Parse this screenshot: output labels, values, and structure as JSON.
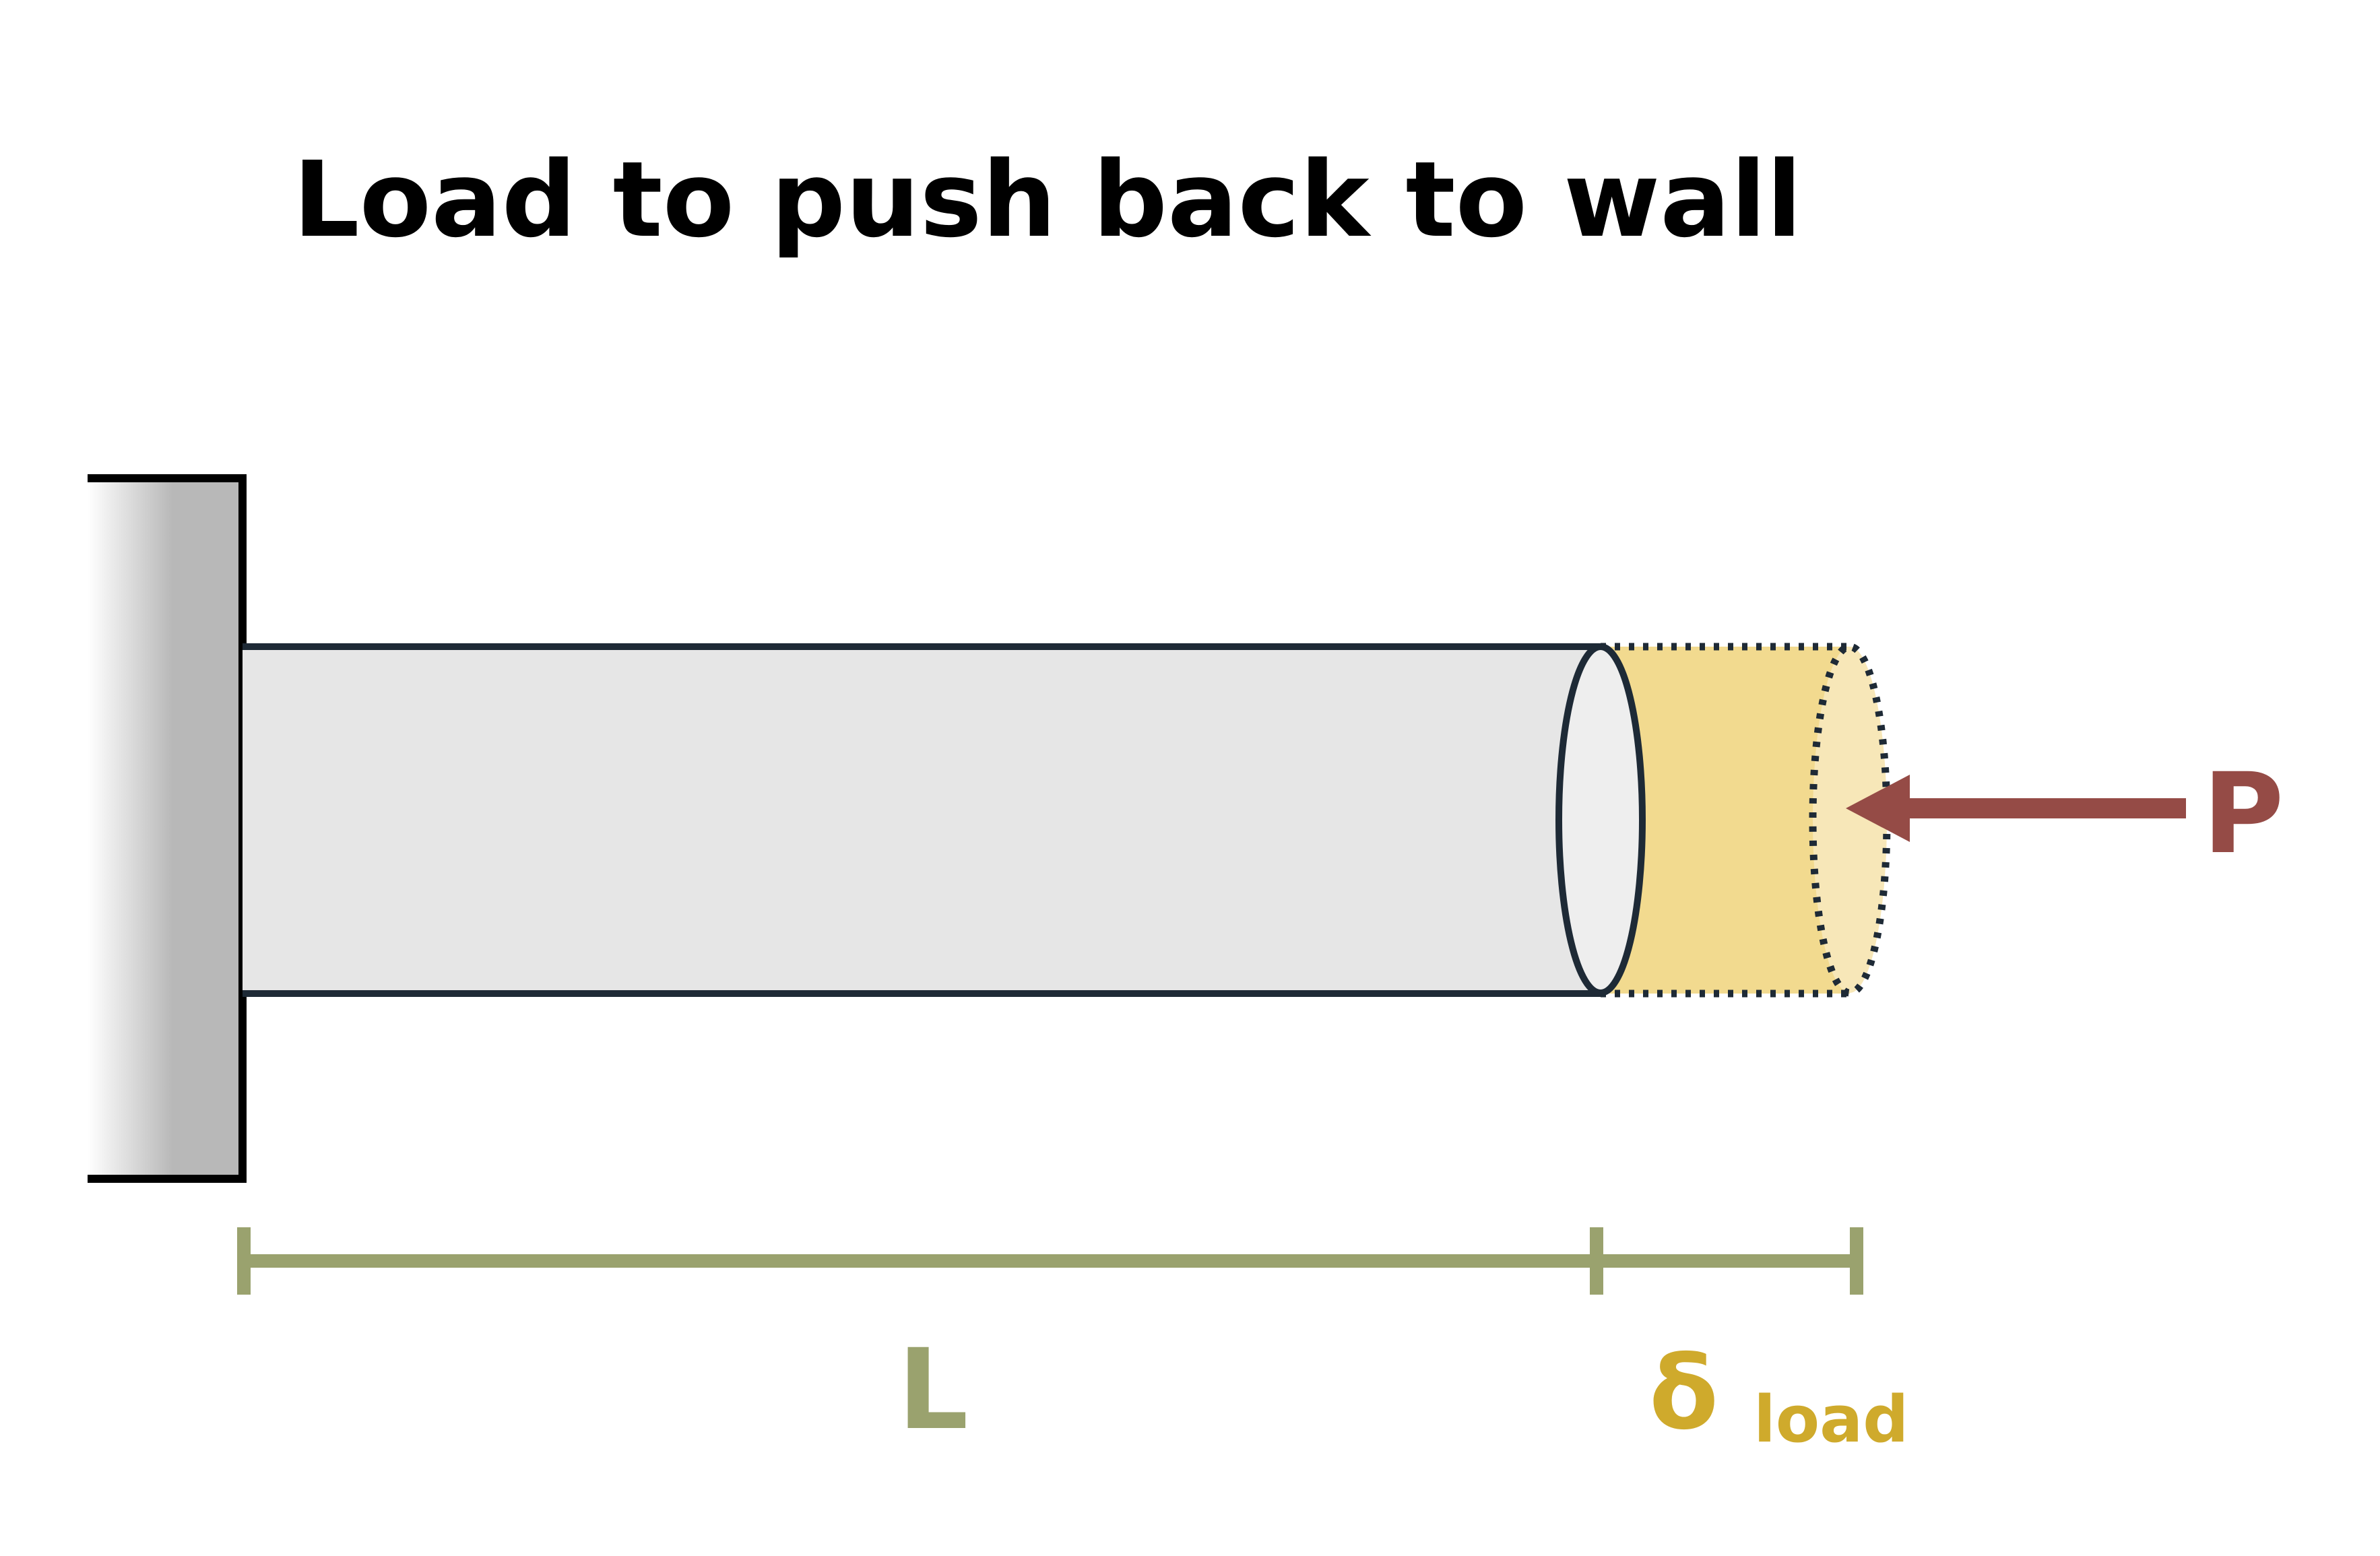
{
  "title": "Load to push back to wall",
  "labels": {
    "load": "P",
    "length": "L",
    "delta_symbol": "δ",
    "delta_subscript": "load"
  },
  "colors": {
    "background": "#ffffff",
    "title": "#000000",
    "wall": "#b8b8b8",
    "bar_fill": "#e6e6e6",
    "bar_end_face": "#eeeeee",
    "outline": "#1e2a36",
    "deformation_fill": "#f2da8f",
    "deformation_face": "#f7e7b8",
    "load_arrow": "#954b46",
    "dimension_line": "#9aa26e",
    "delta_label": "#cfaa2c"
  }
}
